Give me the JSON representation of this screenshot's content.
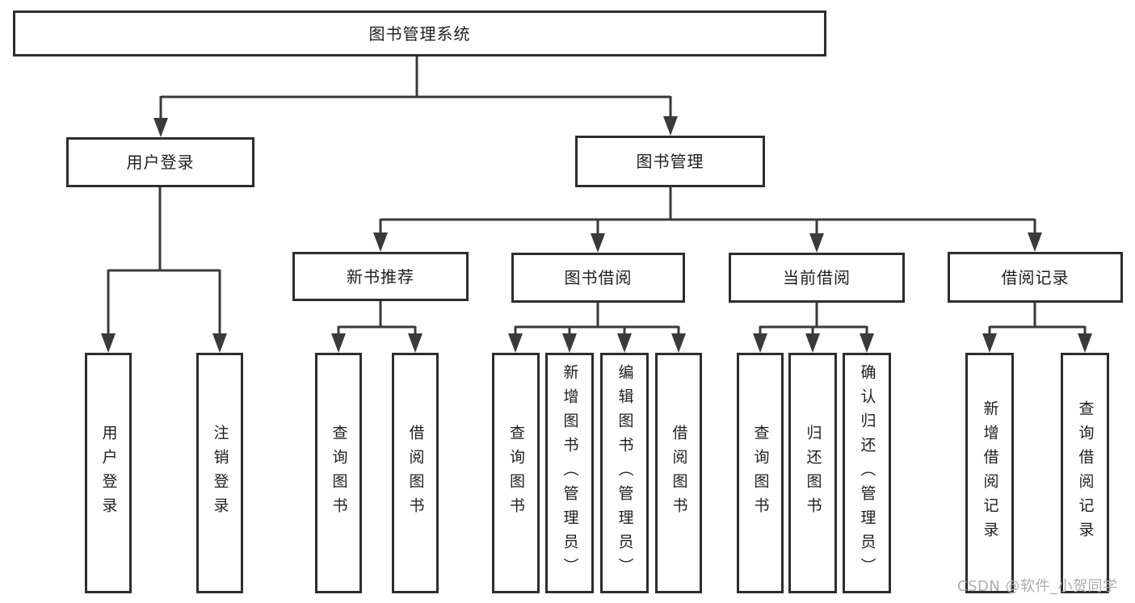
{
  "tree": {
    "label": "图书管理系统",
    "children": [
      {
        "label": "用户登录",
        "children": [
          {
            "label": "用户登录"
          },
          {
            "label": "注销登录"
          }
        ]
      },
      {
        "label": "图书管理",
        "children": [
          {
            "label": "新书推荐",
            "children": [
              {
                "label": "查询图书"
              },
              {
                "label": "借阅图书"
              }
            ]
          },
          {
            "label": "图书借阅",
            "children": [
              {
                "label": "查询图书"
              },
              {
                "label": "新增图书（管理员）"
              },
              {
                "label": "编辑图书（管理员）"
              },
              {
                "label": "借阅图书"
              }
            ]
          },
          {
            "label": "当前借阅",
            "children": [
              {
                "label": "查询图书"
              },
              {
                "label": "归还图书"
              },
              {
                "label": "确认归还（管理员）"
              }
            ]
          },
          {
            "label": "借阅记录",
            "children": [
              {
                "label": "新增借阅记录"
              },
              {
                "label": "查询借阅记录"
              }
            ]
          }
        ]
      }
    ]
  },
  "watermark": {
    "text": "CSDN @软件_小贺同学"
  },
  "colors": {
    "line": "#3a3a3a",
    "box_border": "#2d2d2d",
    "box_background": "#ffffff",
    "page_background": "#ffffff",
    "watermark_text": "#aeaeae"
  }
}
